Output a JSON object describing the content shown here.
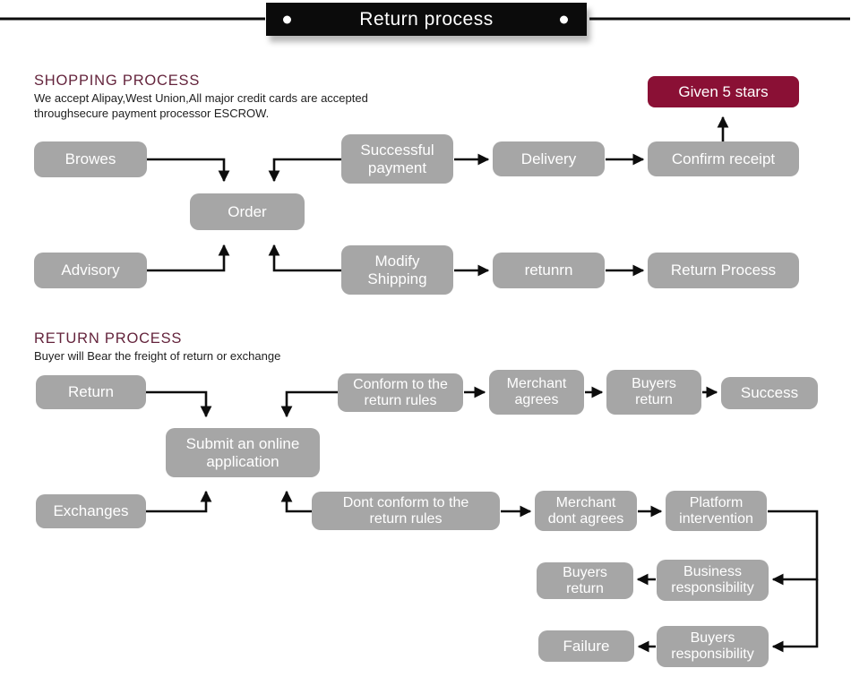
{
  "banner": {
    "title": "Return process"
  },
  "colors": {
    "box_gray": "#a6a6a6",
    "accent_maroon": "#8a1035",
    "heading_maroon": "#64243c",
    "arrow_black": "#0d0d0d",
    "banner_black": "#0b0b0b"
  },
  "shopping": {
    "heading": "SHOPPING PROCESS",
    "subtitle": "We accept Alipay,West Union,All major credit cards are accepted\nthroughsecure payment processor ESCROW.",
    "nodes": {
      "browes": "Browes",
      "successful_payment": "Successful\npayment",
      "delivery": "Delivery",
      "confirm_receipt": "Confirm receipt",
      "given_5_stars": "Given 5 stars",
      "order": "Order",
      "advisory": "Advisory",
      "modify_shipping": "Modify\nShipping",
      "retunrn": "retunrn",
      "return_process": "Return Process"
    },
    "edges": [
      "Browes -> Order",
      "Successful payment -> Order",
      "Successful payment -> Delivery",
      "Delivery -> Confirm receipt",
      "Confirm receipt -> Given 5 stars",
      "Advisory -> Order",
      "Modify Shipping -> Order",
      "Modify Shipping -> retunrn",
      "retunrn -> Return Process"
    ]
  },
  "returns": {
    "heading": "RETURN PROCESS",
    "subtitle": "Buyer will Bear the freight of return or exchange",
    "nodes": {
      "return": "Return",
      "conform_rules": "Conform to the\nreturn rules",
      "merchant_agrees": "Merchant\nagrees",
      "buyers_return_1": "Buyers\nreturn",
      "success": "Success",
      "submit_application": "Submit an online\napplication",
      "exchanges": "Exchanges",
      "dont_conform_rules": "Dont conform to the\nreturn rules",
      "merchant_dont_agrees": "Merchant\ndont agrees",
      "platform_intervention": "Platform\nintervention",
      "buyers_return_2": "Buyers\nreturn",
      "business_responsibility": "Business\nresponsibility",
      "failure": "Failure",
      "buyers_responsibility": "Buyers\nresponsibility"
    },
    "edges": [
      "Return -> Submit an online application",
      "Conform to the return rules -> Submit an online application",
      "Conform to the return rules -> Merchant agrees",
      "Merchant agrees -> Buyers return",
      "Buyers return -> Success",
      "Exchanges -> Submit an online application",
      "Dont conform to the return rules -> Submit an online application",
      "Dont conform to the return rules -> Merchant dont agrees",
      "Merchant dont agrees -> Platform intervention",
      "Platform intervention -> Business responsibility",
      "Platform intervention -> Buyers responsibility",
      "Business responsibility -> Buyers return",
      "Buyers responsibility -> Failure"
    ]
  }
}
